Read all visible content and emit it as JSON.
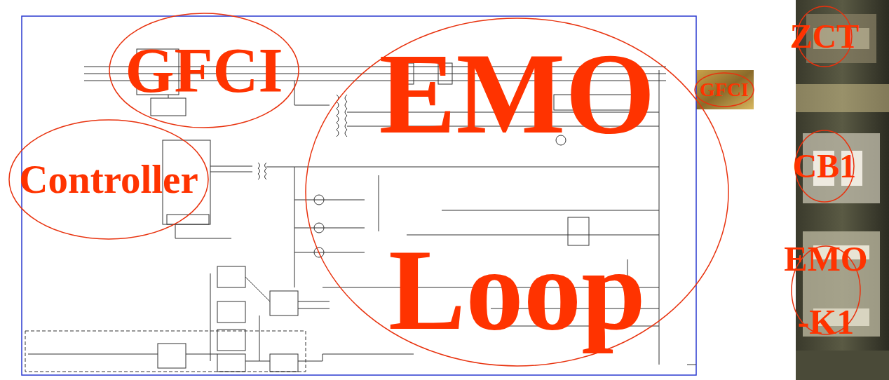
{
  "diagram": {
    "nodes": [
      {
        "text": [
          "GFCI"
        ]
      },
      {
        "text": [
          "Controller"
        ]
      },
      {
        "text": [
          "EMO Loop"
        ]
      },
      {
        "text": [
          "GFCI"
        ]
      },
      {
        "text": [
          "ZCT"
        ]
      },
      {
        "text": [
          "CB1"
        ]
      },
      {
        "text": [
          "EMO -K1"
        ]
      }
    ]
  }
}
